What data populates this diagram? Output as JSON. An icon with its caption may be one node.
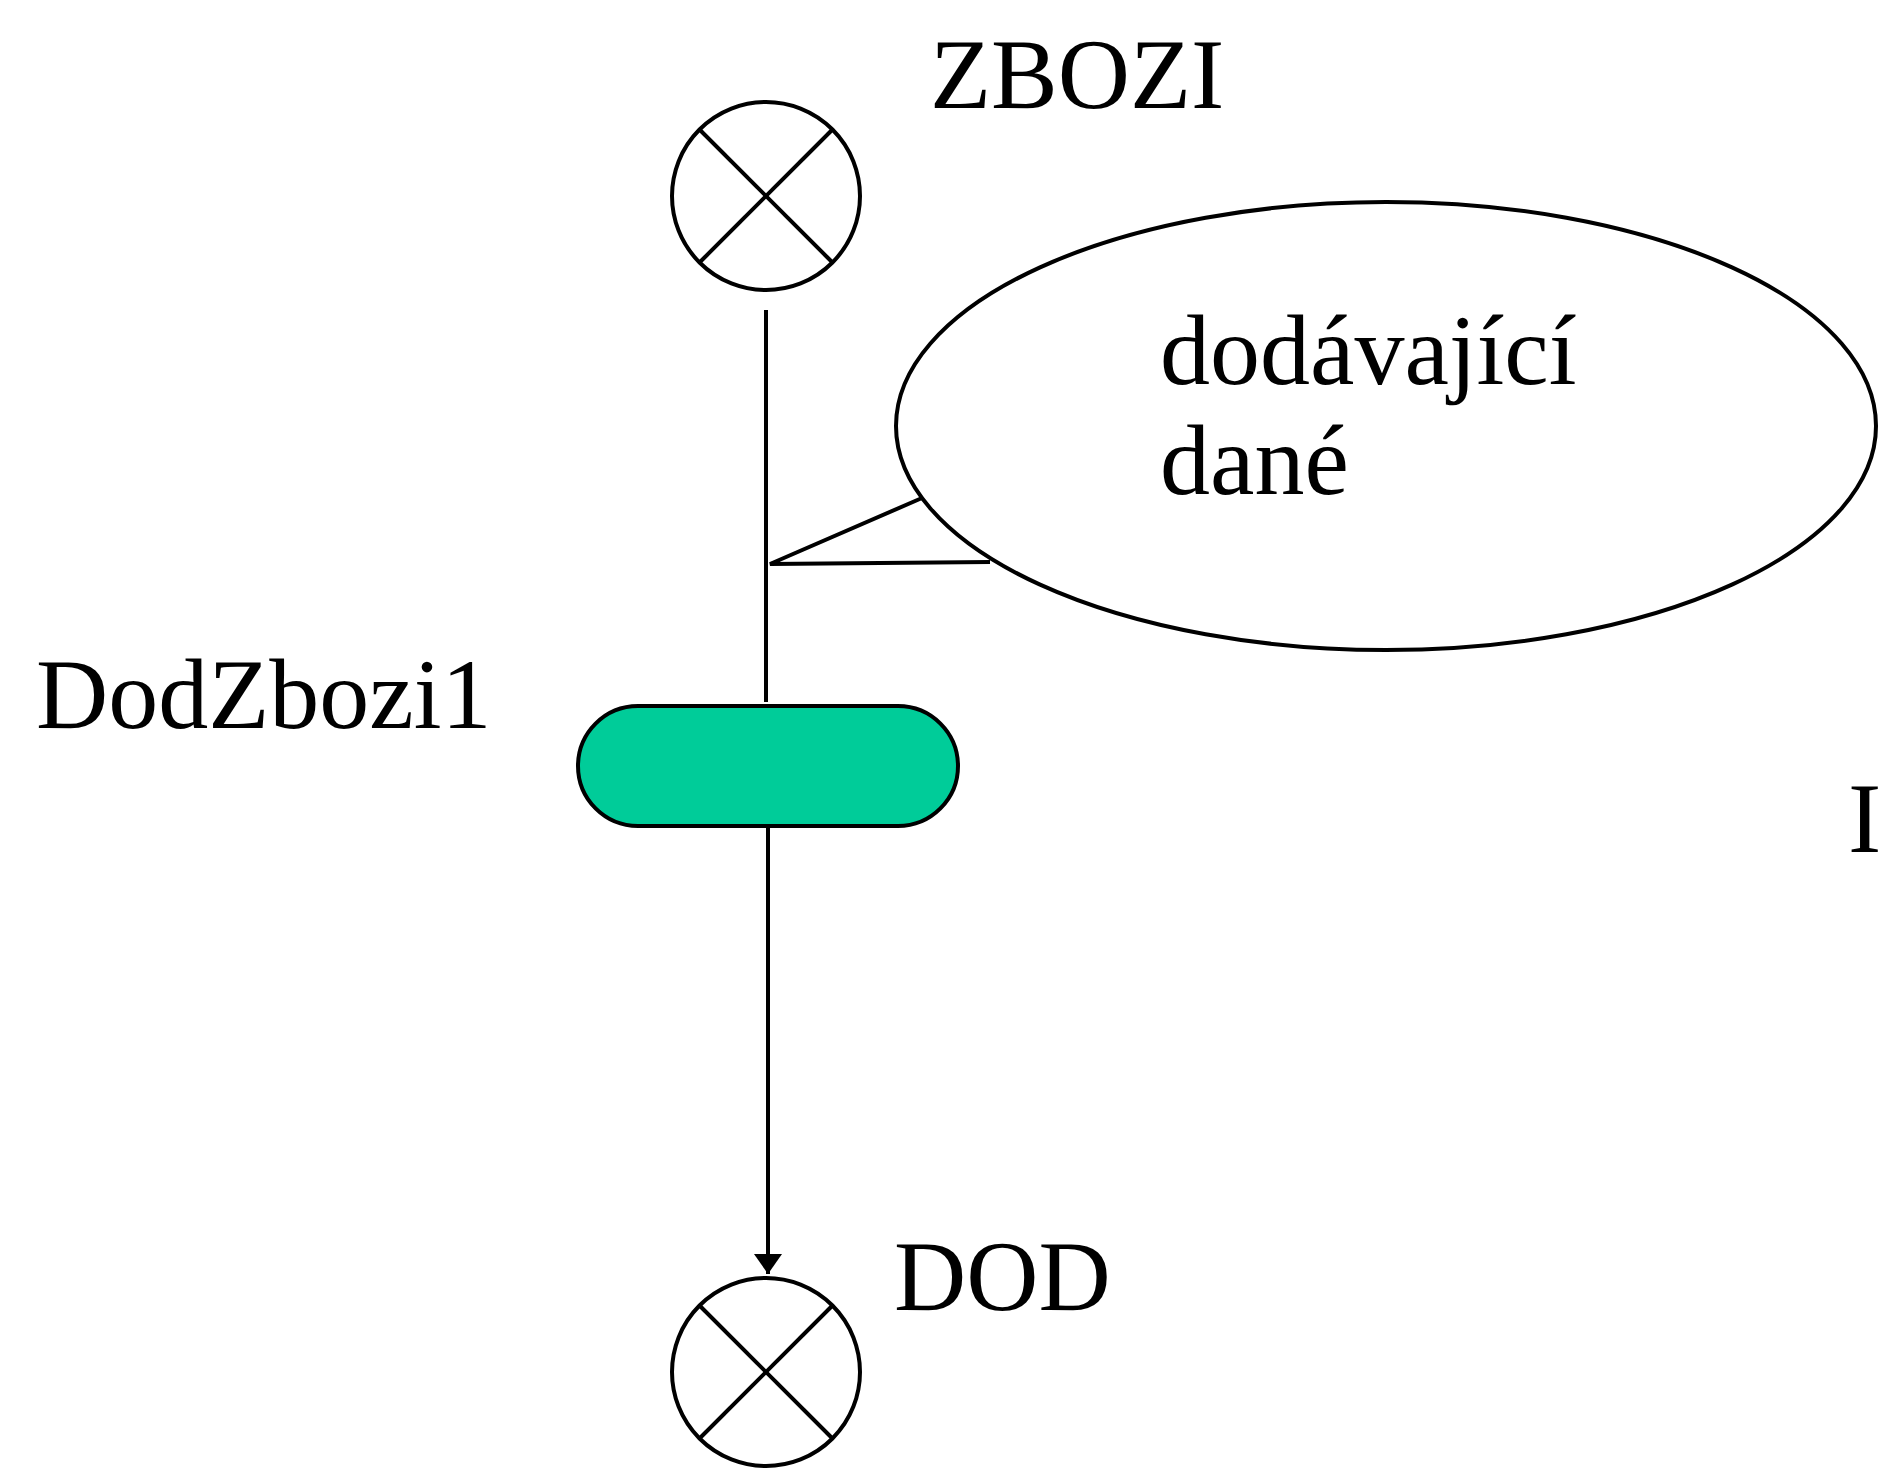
{
  "diagram": {
    "nodes": [
      {
        "text": [],
        "shape": "circle",
        "beside": [
          "ZBOZI"
        ]
      },
      {
        "text": [],
        "shape": "bar",
        "beside": [
          "DodZbozi1"
        ]
      },
      {
        "text": [],
        "shape": "circle",
        "beside": [
          "DOD"
        ]
      },
      {
        "text": [
          "dodávající dané"
        ]
      }
    ],
    "edges": [
      {
        "from": 0,
        "to": 1,
        "arrow": "none"
      },
      {
        "from": 1,
        "to": 2,
        "arrow": "to"
      },
      {
        "from": 3,
        "to": null,
        "arrow": "none"
      }
    ],
    "labels": [
      "I"
    ]
  }
}
